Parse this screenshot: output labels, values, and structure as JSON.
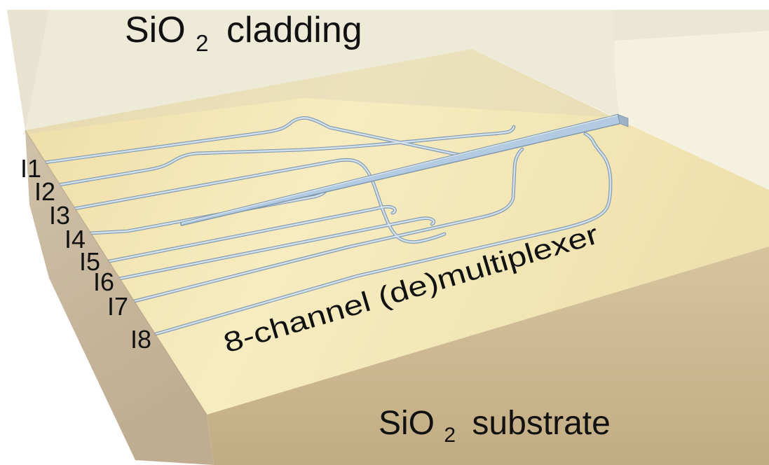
{
  "scene": {
    "cladding_label": {
      "formula": "SiO",
      "subscript": "2",
      "rest": "cladding"
    },
    "substrate_label": {
      "formula": "SiO",
      "subscript": "2",
      "rest": "substrate"
    },
    "device_label": "8-channel (de)multiplexer",
    "inputs": [
      "I1",
      "I2",
      "I3",
      "I4",
      "I5",
      "I6",
      "I7",
      "I8"
    ]
  },
  "colors": {
    "background": "#ffffff",
    "cladding_main": "#edead8",
    "cladding_light": "#f4f1e1",
    "cladding_top_strip": "#eae7d5",
    "cladding_left_sliver": "#e7e3d0",
    "cladding_tint": "rgba(222,212,186,0.45)",
    "chip_top_left": "#eedda6",
    "chip_top_mid": "#f7ecc0",
    "chip_top_right": "#efe1ad",
    "front_top": "#d7c49d",
    "front_bottom": "#c2ac84",
    "left_top": "#d0c1aa",
    "left_bottom": "#c0ad91",
    "ridge_shadow": "rgba(120,100,70,0.28)",
    "waveguide_core": "#bdd0e0",
    "waveguide_edge": "#8399af",
    "waveguide_highlight": "#e4edf4",
    "bus_fill": "#b3cbe2",
    "bus_edge": "#7f95a9",
    "bus_highlight": "#dce7f1",
    "bus_endcap": "#9db2c6",
    "text": "#111111"
  }
}
